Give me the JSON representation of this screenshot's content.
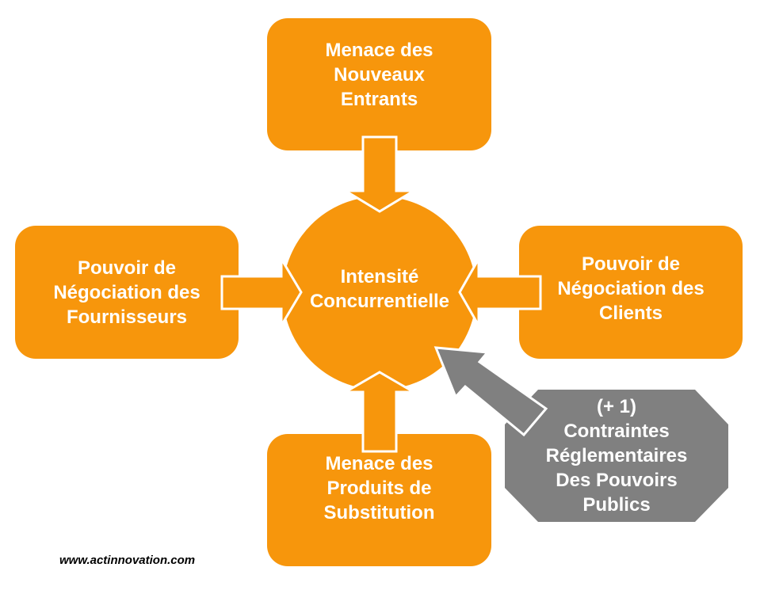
{
  "colors": {
    "orange": "#f7960c",
    "gray": "#808080",
    "background": "#ffffff",
    "text": "#ffffff",
    "arrow_outline": "#ffffff"
  },
  "nodes": {
    "top": {
      "lines": [
        "Menace des",
        "Nouveaux",
        "Entrants"
      ]
    },
    "left": {
      "lines": [
        "Pouvoir de",
        "Négociation des",
        "Fournisseurs"
      ]
    },
    "right": {
      "lines": [
        "Pouvoir de",
        "Négociation des",
        "Clients"
      ]
    },
    "bottom": {
      "lines": [
        "Menace des",
        "Produits de",
        "Substitution"
      ]
    },
    "center": {
      "lines": [
        "Intensité",
        "Concurrentielle"
      ]
    },
    "government": {
      "lines": [
        "(+ 1)",
        "Contraintes",
        "Réglementaires",
        "Des Pouvoirs",
        "Publics"
      ]
    }
  },
  "footer": {
    "text": "www.actinnovation.com"
  }
}
